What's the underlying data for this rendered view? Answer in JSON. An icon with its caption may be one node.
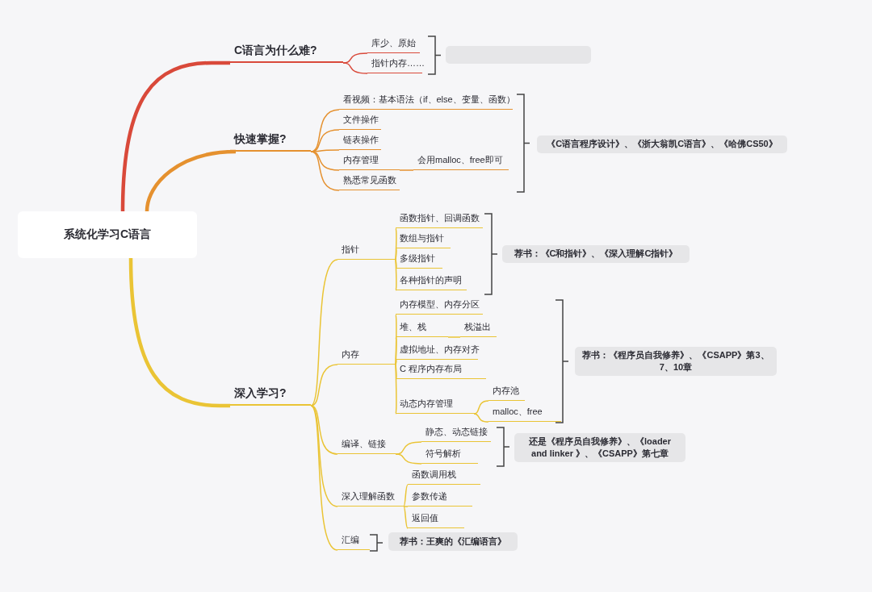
{
  "diagram": {
    "nodes": [
      {
        "text": [
          "系统化学习C语言"
        ]
      },
      {
        "text": [
          "C语言为什么难?"
        ]
      },
      {
        "text": [
          "库少、原始"
        ]
      },
      {
        "text": [
          "指针内存……"
        ]
      },
      {
        "text": [],
        "shape": "box"
      },
      {
        "text": [
          "快速掌握?"
        ]
      },
      {
        "text": [
          "看视频：基本语法（if、else、变量、函数）"
        ]
      },
      {
        "text": [
          "文件操作"
        ]
      },
      {
        "text": [
          "链表操作"
        ]
      },
      {
        "text": [
          "内存管理"
        ]
      },
      {
        "text": [
          "会用malloc、free即可"
        ]
      },
      {
        "text": [
          "熟悉常见函数"
        ]
      },
      {
        "text": [
          "《C语言程序设计》、《浙大翁凯C语言》、《哈佛CS50》"
        ]
      },
      {
        "text": [
          "深入学习?"
        ]
      },
      {
        "text": [
          "指针"
        ]
      },
      {
        "text": [
          "函数指针、回调函数"
        ]
      },
      {
        "text": [
          "数组与指针"
        ]
      },
      {
        "text": [
          "多级指针"
        ]
      },
      {
        "text": [
          "各种指针的声明"
        ]
      },
      {
        "text": [
          "荐书：《C和指针》、《深入理解C指针》"
        ]
      },
      {
        "text": [
          "内存"
        ]
      },
      {
        "text": [
          "内存模型、内存分区"
        ]
      },
      {
        "text": [
          "堆、栈"
        ]
      },
      {
        "text": [
          "栈溢出"
        ]
      },
      {
        "text": [
          "虚拟地址、内存对齐"
        ]
      },
      {
        "text": [
          "C 程序内存布局"
        ]
      },
      {
        "text": [
          "动态内存管理"
        ]
      },
      {
        "text": [
          "内存池"
        ]
      },
      {
        "text": [
          "malloc、free"
        ]
      },
      {
        "text": [
          "荐书：《程序员自我修养》、《CSAPP》第3、7、10章"
        ]
      },
      {
        "text": [
          "编译、链接"
        ]
      },
      {
        "text": [
          "静态、动态链接"
        ]
      },
      {
        "text": [
          "符号解析"
        ]
      },
      {
        "text": [
          "还是《程序员自我修养》、《loader and linker 》、《CSAPP》第七章"
        ]
      },
      {
        "text": [
          "深入理解函数"
        ]
      },
      {
        "text": [
          "函数调用栈"
        ]
      },
      {
        "text": [
          "参数传递"
        ]
      },
      {
        "text": [
          "返回值"
        ]
      },
      {
        "text": [
          "汇编"
        ]
      },
      {
        "text": [
          "荐书：王爽的《汇编语言》"
        ]
      }
    ],
    "edges": [
      {
        "from": 0,
        "to": 1,
        "arrow": "none",
        "style": "thick",
        "color": "#d9493a"
      },
      {
        "from": 1,
        "to": 2,
        "arrow": "none",
        "color": "#d9493a"
      },
      {
        "from": 1,
        "to": 3,
        "arrow": "none",
        "color": "#d9493a"
      },
      {
        "from": 0,
        "to": 5,
        "arrow": "none",
        "style": "thick",
        "color": "#e5912f"
      },
      {
        "from": 5,
        "to": 6,
        "arrow": "none",
        "color": "#e5912f"
      },
      {
        "from": 5,
        "to": 7,
        "arrow": "none",
        "color": "#e5912f"
      },
      {
        "from": 5,
        "to": 8,
        "arrow": "none",
        "color": "#e5912f"
      },
      {
        "from": 5,
        "to": 9,
        "arrow": "none",
        "color": "#e5912f"
      },
      {
        "from": 9,
        "to": 10,
        "arrow": "none",
        "color": "#e5912f"
      },
      {
        "from": 5,
        "to": 11,
        "arrow": "none",
        "color": "#e5912f"
      },
      {
        "from": 0,
        "to": 13,
        "arrow": "none",
        "style": "thick"
      },
      {
        "from": 13,
        "to": 14,
        "arrow": "none"
      },
      {
        "from": 14,
        "to": 15,
        "arrow": "none"
      },
      {
        "from": 14,
        "to": 16,
        "arrow": "none"
      },
      {
        "from": 14,
        "to": 17,
        "arrow": "none"
      },
      {
        "from": 14,
        "to": 18,
        "arrow": "none"
      },
      {
        "from": 13,
        "to": 20,
        "arrow": "none"
      },
      {
        "from": 20,
        "to": 21,
        "arrow": "none"
      },
      {
        "from": 20,
        "to": 22,
        "arrow": "none"
      },
      {
        "from": 22,
        "to": 23,
        "arrow": "none"
      },
      {
        "from": 20,
        "to": 24,
        "arrow": "none"
      },
      {
        "from": 20,
        "to": 25,
        "arrow": "none"
      },
      {
        "from": 20,
        "to": 26,
        "arrow": "none"
      },
      {
        "from": 26,
        "to": 27,
        "arrow": "none"
      },
      {
        "from": 26,
        "to": 28,
        "arrow": "none"
      },
      {
        "from": 13,
        "to": 30,
        "arrow": "none"
      },
      {
        "from": 30,
        "to": 31,
        "arrow": "none"
      },
      {
        "from": 30,
        "to": 32,
        "arrow": "none"
      },
      {
        "from": 13,
        "to": 34,
        "arrow": "none"
      },
      {
        "from": 34,
        "to": 35,
        "arrow": "none"
      },
      {
        "from": 34,
        "to": 36,
        "arrow": "none"
      },
      {
        "from": 34,
        "to": 37,
        "arrow": "none"
      },
      {
        "from": 13,
        "to": 38,
        "arrow": "none"
      }
    ]
  }
}
